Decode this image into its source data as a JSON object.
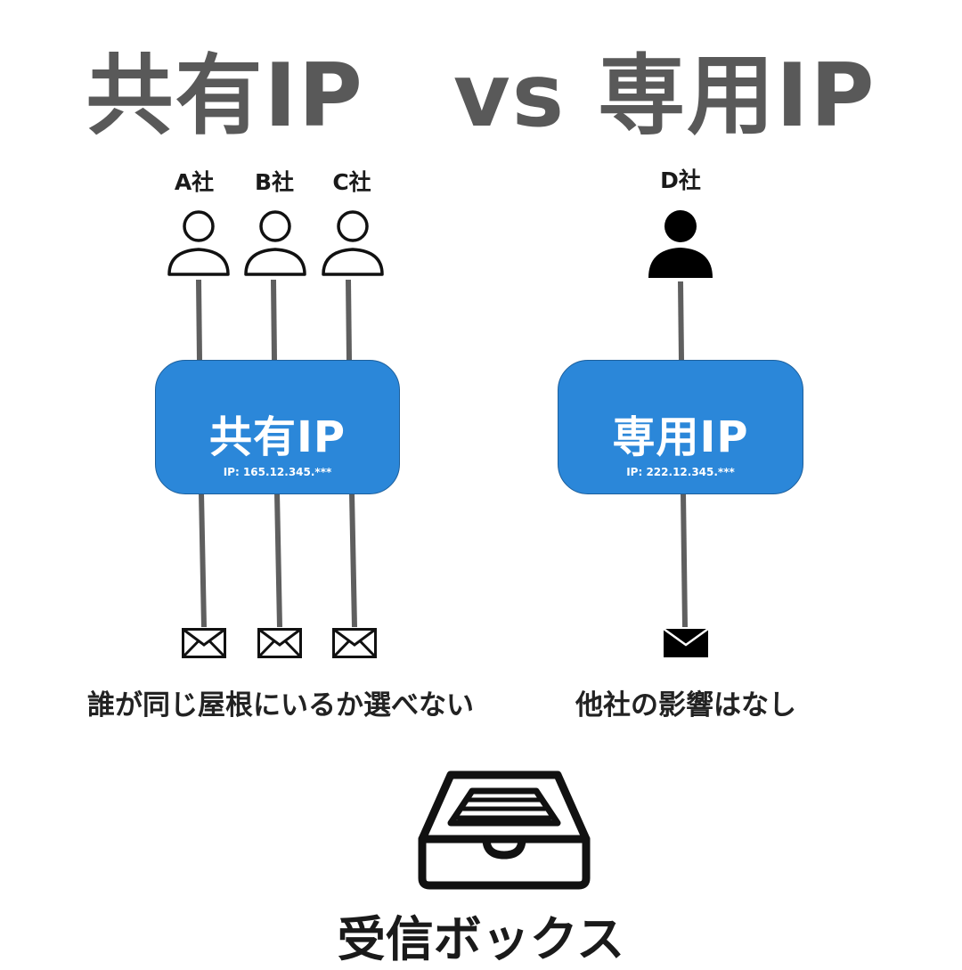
{
  "title": "共有IP　vs 専用IP",
  "shared": {
    "companies": [
      "A社",
      "B社",
      "C社"
    ],
    "box_title": "共有IP",
    "box_ip": "IP: 165.12.345.***",
    "caption": "誰が同じ屋根にいるか選べない"
  },
  "dedicated": {
    "companies": [
      "D社"
    ],
    "box_title": "専用IP",
    "box_ip": "IP: 222.12.345.***",
    "caption": "他社の影響はなし"
  },
  "inbox_label": "受信ボックス",
  "colors": {
    "title": "#595959",
    "box": "#2b87d9",
    "line": "#595959"
  }
}
